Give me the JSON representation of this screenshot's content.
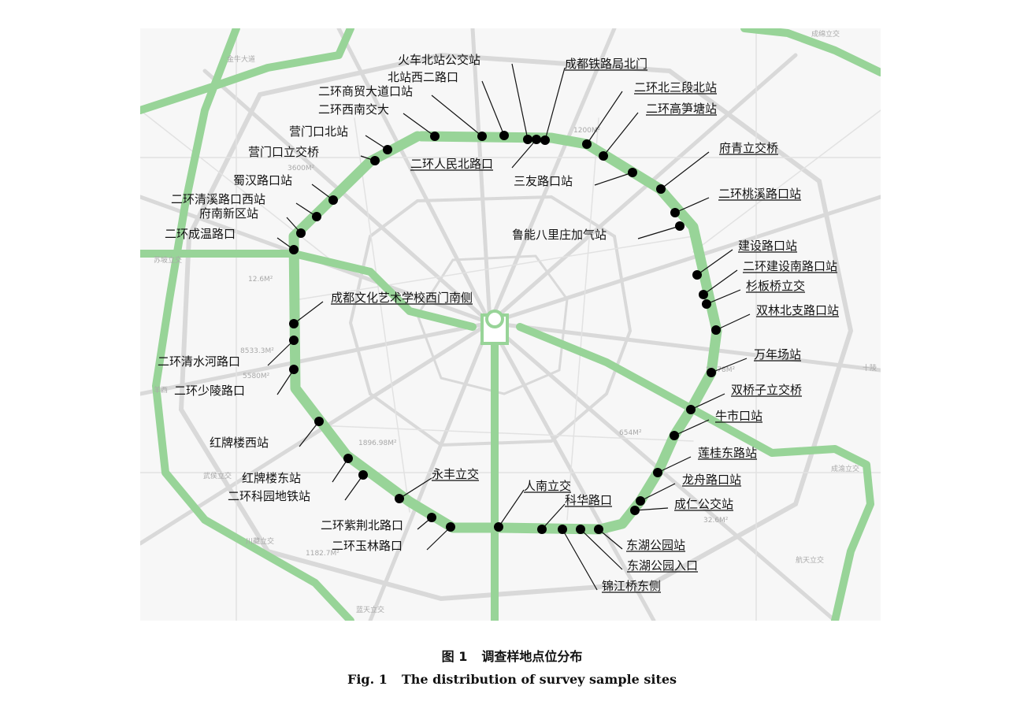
{
  "map": {
    "sites": [
      {
        "id": "s1",
        "label": "火车北站公交站"
      },
      {
        "id": "s2",
        "label": "北站西二路口"
      },
      {
        "id": "s3",
        "label": "成都铁路局北门"
      },
      {
        "id": "s4",
        "label": "二环商贸大道口站"
      },
      {
        "id": "s5",
        "label": "二环西南交大"
      },
      {
        "id": "s6",
        "label": "二环北三段北站"
      },
      {
        "id": "s7",
        "label": "二环高笋塘站"
      },
      {
        "id": "s8",
        "label": "营门口北站"
      },
      {
        "id": "s9",
        "label": "营门口立交桥"
      },
      {
        "id": "s10",
        "label": "二环人民北路口"
      },
      {
        "id": "s11",
        "label": "三友路口站"
      },
      {
        "id": "s12",
        "label": "府青立交桥"
      },
      {
        "id": "s13",
        "label": "蜀汉路口站"
      },
      {
        "id": "s14",
        "label": "二环清溪路口西站"
      },
      {
        "id": "s15",
        "label": "府南新区站"
      },
      {
        "id": "s16",
        "label": "二环桃溪路口站"
      },
      {
        "id": "s17",
        "label": "鲁能八里庄加气站"
      },
      {
        "id": "s18",
        "label": "二环成温路口"
      },
      {
        "id": "s19",
        "label": "建设路口站"
      },
      {
        "id": "s20",
        "label": "二环建设南路口站"
      },
      {
        "id": "s21",
        "label": "杉板桥立交"
      },
      {
        "id": "s22",
        "label": "成都文化艺术学校西门南侧"
      },
      {
        "id": "s23",
        "label": "双林北支路口站"
      },
      {
        "id": "s24",
        "label": "二环清水河路口"
      },
      {
        "id": "s25",
        "label": "万年场站"
      },
      {
        "id": "s26",
        "label": "二环少陵路口"
      },
      {
        "id": "s27",
        "label": "双桥子立交桥"
      },
      {
        "id": "s28",
        "label": "牛市口站"
      },
      {
        "id": "s29",
        "label": "红牌楼西站"
      },
      {
        "id": "s30",
        "label": "莲桂东路站"
      },
      {
        "id": "s31",
        "label": "红牌楼东站"
      },
      {
        "id": "s32",
        "label": "二环科园地铁站"
      },
      {
        "id": "s33",
        "label": "永丰立交"
      },
      {
        "id": "s34",
        "label": "人南立交"
      },
      {
        "id": "s35",
        "label": "龙舟路口站"
      },
      {
        "id": "s36",
        "label": "科华路口"
      },
      {
        "id": "s37",
        "label": "成仁公交站"
      },
      {
        "id": "s38",
        "label": "二环紫荆北路口"
      },
      {
        "id": "s39",
        "label": "二环玉林路口"
      },
      {
        "id": "s40",
        "label": "东湖公园站"
      },
      {
        "id": "s41",
        "label": "东湖公园入口"
      },
      {
        "id": "s42",
        "label": "锦江桥东侧"
      }
    ],
    "background_labels": [
      "成绵立交",
      "金牛大道",
      "苏坡立交",
      "羊西",
      "武侯立交",
      "川藏立交",
      "航天立交",
      "成渝立交",
      "十陵",
      "蓝天立交",
      "1200M²",
      "3600M²",
      "5580M²",
      "8533.3M²",
      "1896.98M²",
      "1182.7M²",
      "12.6M²",
      "26.78M²",
      "32.6M²",
      "654M²"
    ],
    "colors": {
      "ring": "#98d498",
      "road": "#d9d9d9",
      "site": "#000000",
      "leader": "#111111"
    }
  },
  "caption": {
    "zh_num": "图 1",
    "zh_text": "调查样地点位分布",
    "en_num": "Fig. 1",
    "en_text": "The distribution of survey sample sites"
  }
}
